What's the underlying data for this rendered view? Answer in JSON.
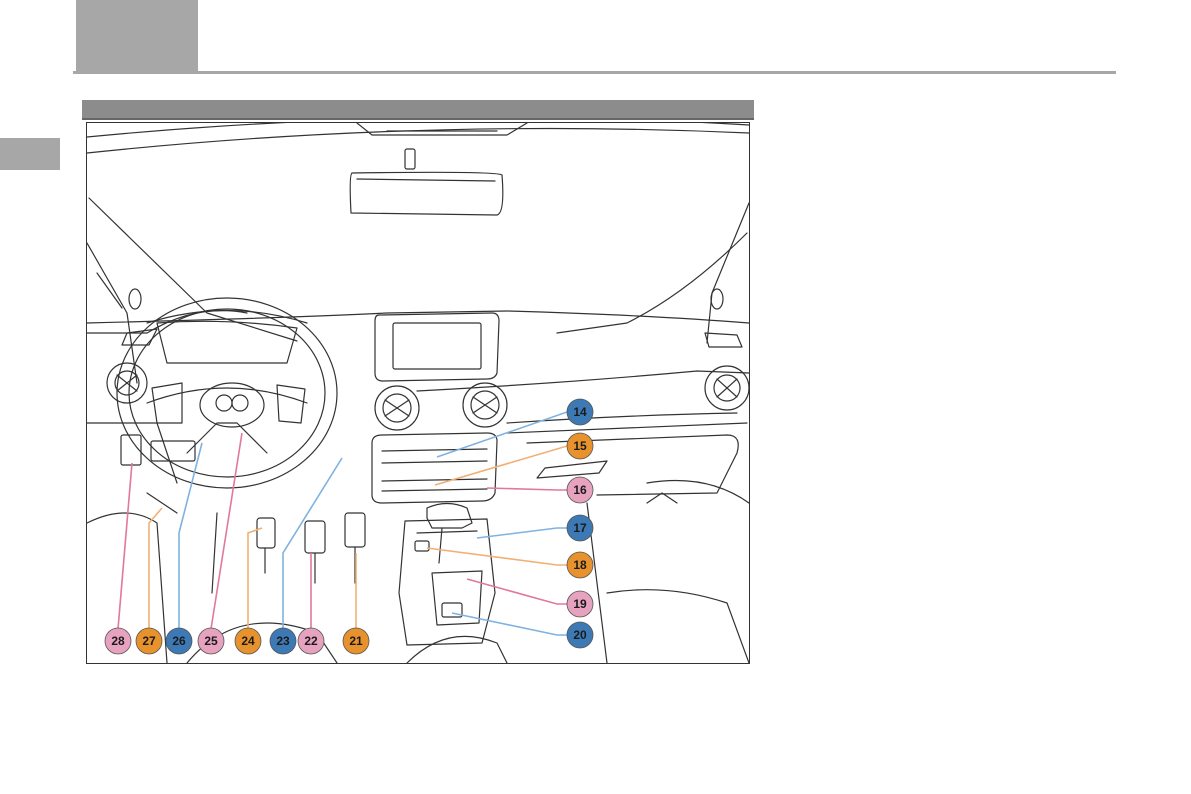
{
  "page": {
    "header_tab_color": "#a7a7a7",
    "section_bar_color": "#8c8c8c"
  },
  "figure": {
    "callouts": [
      {
        "num": "14",
        "color": "#3d7ab5",
        "line": "#7fb2e0"
      },
      {
        "num": "15",
        "color": "#e8922e",
        "line": "#f0b074"
      },
      {
        "num": "16",
        "color": "#e6a2be",
        "line": "#e078a0"
      },
      {
        "num": "17",
        "color": "#3d7ab5",
        "line": "#7fb2e0"
      },
      {
        "num": "18",
        "color": "#e8922e",
        "line": "#f0b074"
      },
      {
        "num": "19",
        "color": "#e6a2be",
        "line": "#e078a0"
      },
      {
        "num": "20",
        "color": "#3d7ab5",
        "line": "#7fb2e0"
      },
      {
        "num": "21",
        "color": "#e8922e",
        "line": "#f0b074"
      },
      {
        "num": "22",
        "color": "#e6a2be",
        "line": "#e078a0"
      },
      {
        "num": "23",
        "color": "#3d7ab5",
        "line": "#7fb2e0"
      },
      {
        "num": "24",
        "color": "#e8922e",
        "line": "#f0b074"
      },
      {
        "num": "25",
        "color": "#e6a2be",
        "line": "#e078a0"
      },
      {
        "num": "26",
        "color": "#3d7ab5",
        "line": "#7fb2e0"
      },
      {
        "num": "27",
        "color": "#e8922e",
        "line": "#f0b074"
      },
      {
        "num": "28",
        "color": "#e6a2be",
        "line": "#e078a0"
      }
    ]
  }
}
